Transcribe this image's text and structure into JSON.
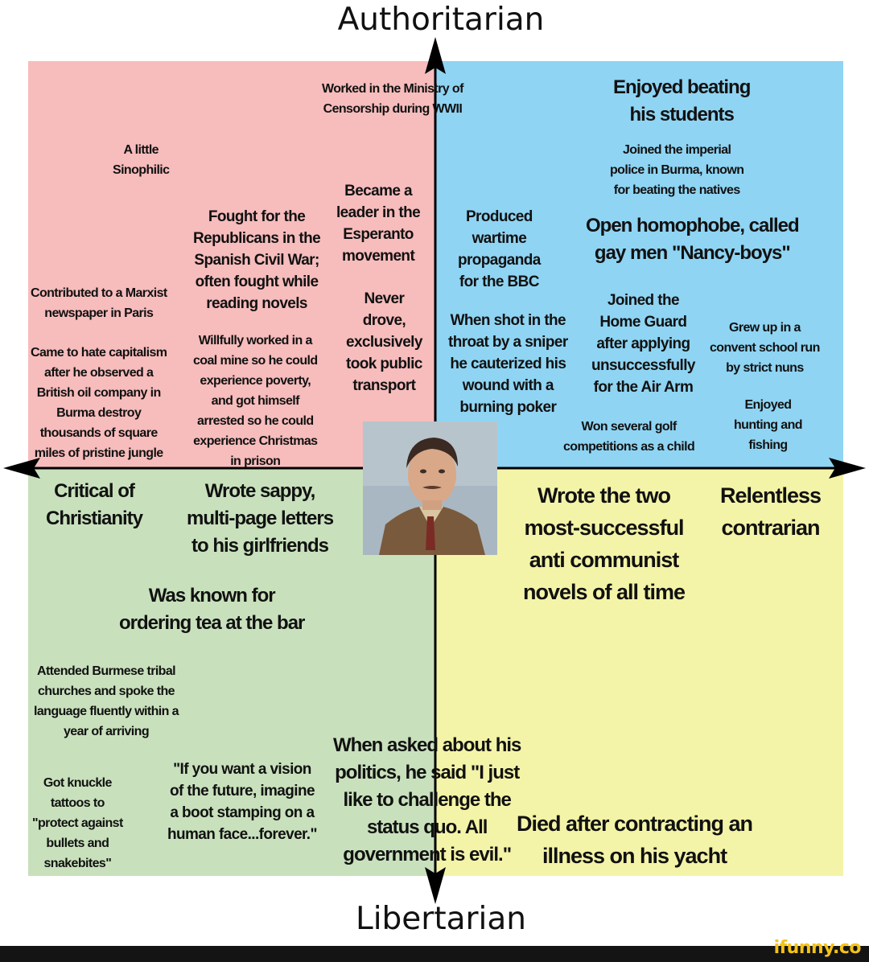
{
  "axes": {
    "top": "Authoritarian",
    "bottom": "Libertarian"
  },
  "labels": {
    "ministry": "Worked in the Ministry of\nCensorship during WWII",
    "sinophilic": "A little\nSinophilic",
    "esperanto": "Became a\nleader in the\nEsperanto\nmovement",
    "spanish": "Fought for the\nRepublicans in the\nSpanish Civil War;\noften fought while\nreading novels",
    "marxist": "Contributed to a Marxist\nnewspaper in Paris",
    "never_drove": "Never\ndrove,\nexclusively\ntook public\ntransport",
    "capitalism": "Came to hate capitalism\nafter he observed a\nBritish oil company in\nBurma destroy\nthousands of square\nmiles of pristine jungle",
    "coal_mine": "Willfully worked in a\ncoal mine so he could\nexperience poverty,\nand got himself\narrested so he could\nexperience Christmas\nin prison",
    "beating": "Enjoyed beating\nhis students",
    "police": "Joined the imperial\npolice in Burma, known\nfor beating the natives",
    "propaganda": "Produced\nwartime\npropaganda\nfor the BBC",
    "homophobe": "Open homophobe, called\ngay men \"Nancy-boys\"",
    "sniper": "When shot in the\nthroat by a sniper\nhe cauterized his\nwound with a\nburning poker",
    "home_guard": "Joined the\nHome Guard\nafter applying\nunsuccessfully\nfor the Air Arm",
    "convent": "Grew up in a\nconvent school run\nby strict nuns",
    "golf": "Won several golf\ncompetitions as a child",
    "hunting": "Enjoyed\nhunting and\nfishing",
    "christianity": "Critical of\nChristianity",
    "letters": "Wrote sappy,\nmulti-page letters\nto his girlfriends",
    "tea": "Was known for\nordering tea at the bar",
    "burmese": "Attended Burmese tribal\nchurches and spoke the\nlanguage fluently within a\nyear of arriving",
    "tattoos": "Got knuckle\ntattoos to\n\"protect against\nbullets and\nsnakebites\"",
    "vision_quote": "\"If you want a vision\nof the future, imagine\na boot stamping on a\nhuman face...forever.\"",
    "politics": "When asked about his\npolitics, he said \"I just\nlike to challenge the\nstatus quo. All\ngovernment is evil.\"",
    "novels": "Wrote the two\nmost-successful\nanti communist\nnovels of all time",
    "contrarian": "Relentless\ncontrarian",
    "yacht": "Died after contracting an\nillness on his yacht"
  },
  "colors": {
    "authoritarian_left": "#f7bcbc",
    "authoritarian_right": "#8fd4f3",
    "libertarian_left": "#c8e1bc",
    "libertarian_right": "#f4f4a8"
  },
  "watermark": "ifunny.co"
}
